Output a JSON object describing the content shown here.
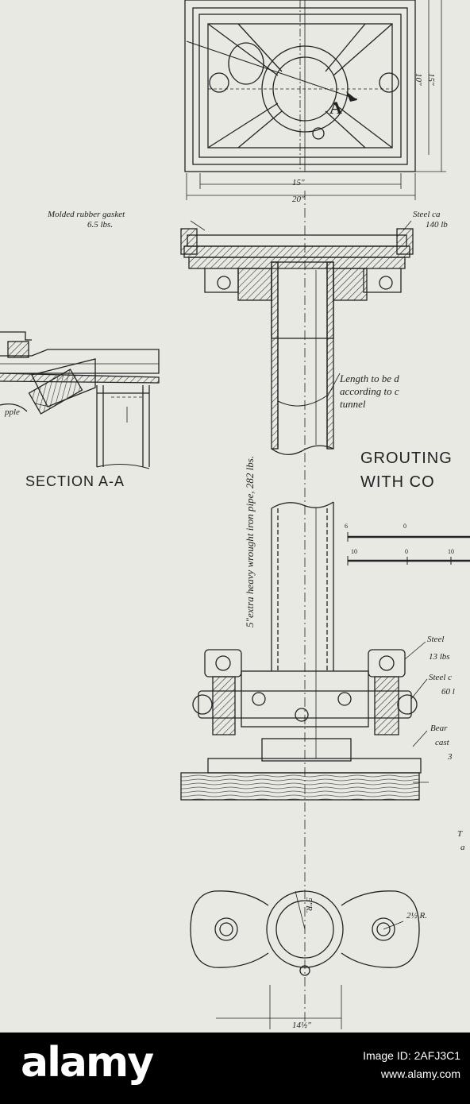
{
  "drawing": {
    "plan_dims": {
      "inner_width": "15\"",
      "outer_width": "20\"",
      "inner_height": "10\"",
      "outer_height": "15\""
    },
    "section_marker": "A",
    "labels": {
      "gasket": "Molded rubber gasket",
      "gasket_weight": "6.5 lbs.",
      "cap": "Steel ca",
      "cap_weight": "140 lb",
      "pipe": "5\"extra heavy wrought iron pipe, 282 lbs.",
      "length_1": "Length to be d",
      "length_2": "according to c",
      "length_3": "tunnel",
      "nipple": "pple",
      "steel_nut": "Steel",
      "steel_nut_weight": "13 lbs",
      "steel_casting": "Steel c",
      "steel_casting_weight": "60 l",
      "bearing": "Bear",
      "bearing_2": "cast",
      "bearing_3": "3",
      "bottom_1": "T",
      "bottom_2": "a",
      "radius_5": "5\"R.",
      "radius_2": "2½ R.",
      "base_width": "14½\""
    },
    "section_title": "SECTION A-A",
    "title_line1": "GROUTING",
    "title_line2": "WITH CO",
    "scale_top": [
      "6",
      "0"
    ],
    "scale_bottom": [
      "10",
      "0",
      "10"
    ]
  },
  "footer": {
    "logo": "alamy",
    "image_id": "Image ID: 2AFJ3C1",
    "site": "www.alamy.com"
  },
  "colors": {
    "paper": "#e9e9e4",
    "ink": "#222222",
    "footer": "#000000",
    "footer_text": "#ffffff"
  }
}
